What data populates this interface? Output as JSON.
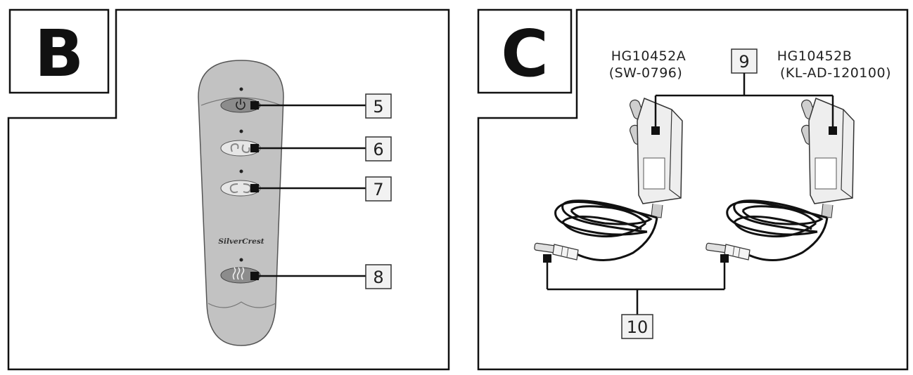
{
  "panels": {
    "b": {
      "letter": "B"
    },
    "c": {
      "letter": "C"
    }
  },
  "remote": {
    "brand": "SilverCrest",
    "buttons": [
      {
        "id": "power",
        "icon": "power-icon",
        "callout": "5"
      },
      {
        "id": "massage-1",
        "icon": "massage-wave-icon",
        "callout": "6"
      },
      {
        "id": "massage-2",
        "icon": "massage-loop-icon",
        "callout": "7"
      },
      {
        "id": "heat",
        "icon": "heat-icon",
        "callout": "8"
      }
    ]
  },
  "adapters": {
    "callout_adapter": "9",
    "callout_plug": "10",
    "left": {
      "model": "HG10452A",
      "code": "(SW-0796)"
    },
    "right": {
      "model": "HG10452B",
      "code": "(KL-AD-120100)"
    }
  },
  "colors": {
    "remote_body": "#bfbfbf",
    "button": "#9a9a9a",
    "line": "#111111",
    "callout_box": "#f2f2f2"
  }
}
